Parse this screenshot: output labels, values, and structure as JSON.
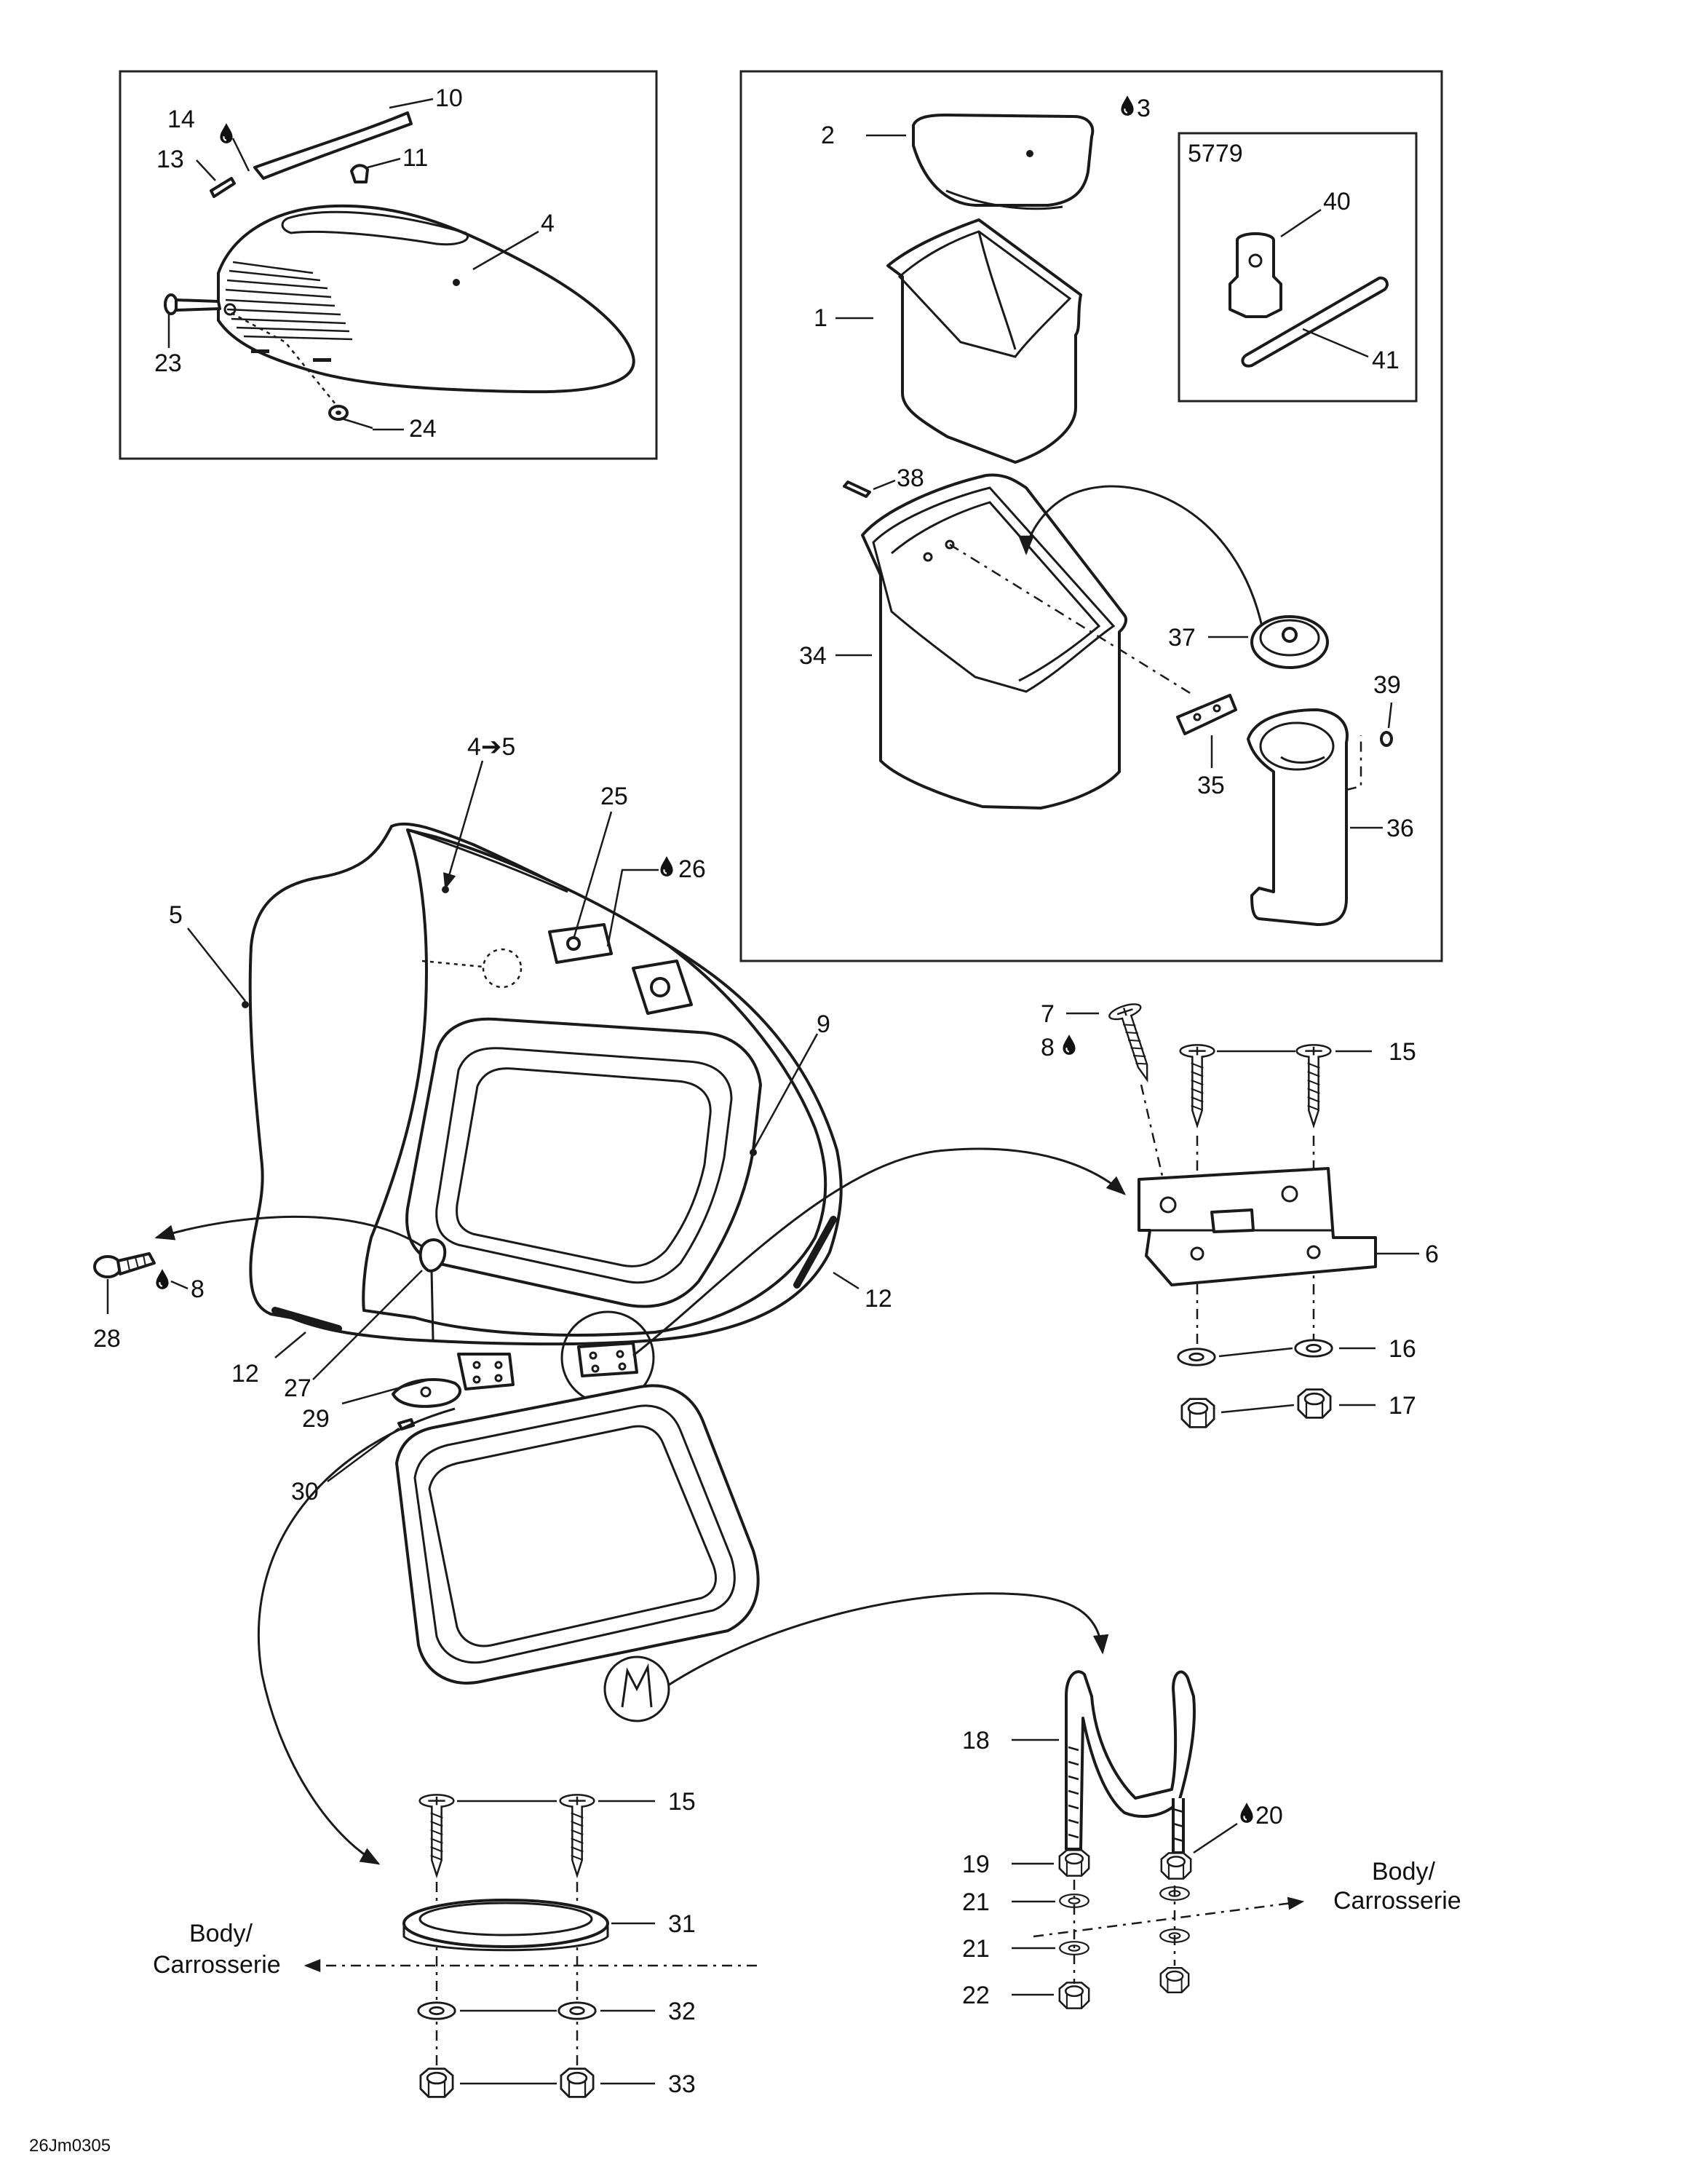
{
  "kit_label": "5779",
  "drawing_code": "26Jm0305",
  "body_label_left": {
    "line1": "Body/",
    "line2": "Carrosserie"
  },
  "body_label_right": {
    "line1": "Body/",
    "line2": "Carrosserie"
  },
  "arrow_label_4_5": "4➔5",
  "callouts": {
    "c1": "1",
    "c2": "2",
    "c3": "3",
    "c4": "4",
    "c5": "5",
    "c6": "6",
    "c7": "7",
    "c8a": "8",
    "c8b": "8",
    "c9": "9",
    "c10": "10",
    "c11": "11",
    "c12a": "12",
    "c12b": "12",
    "c13": "13",
    "c14": "14",
    "c15a": "15",
    "c15b": "15",
    "c16": "16",
    "c17": "17",
    "c18": "18",
    "c19": "19",
    "c20": "20",
    "c21a": "21",
    "c21b": "21",
    "c22": "22",
    "c23": "23",
    "c24": "24",
    "c25": "25",
    "c26": "26",
    "c27": "27",
    "c28": "28",
    "c29": "29",
    "c30": "30",
    "c31": "31",
    "c32": "32",
    "c33": "33",
    "c34": "34",
    "c35": "35",
    "c36": "36",
    "c37": "37",
    "c38": "38",
    "c39": "39",
    "c40": "40",
    "c41": "41"
  },
  "sealant_icon": "drop-icon",
  "line_color": "#1a1a1a"
}
